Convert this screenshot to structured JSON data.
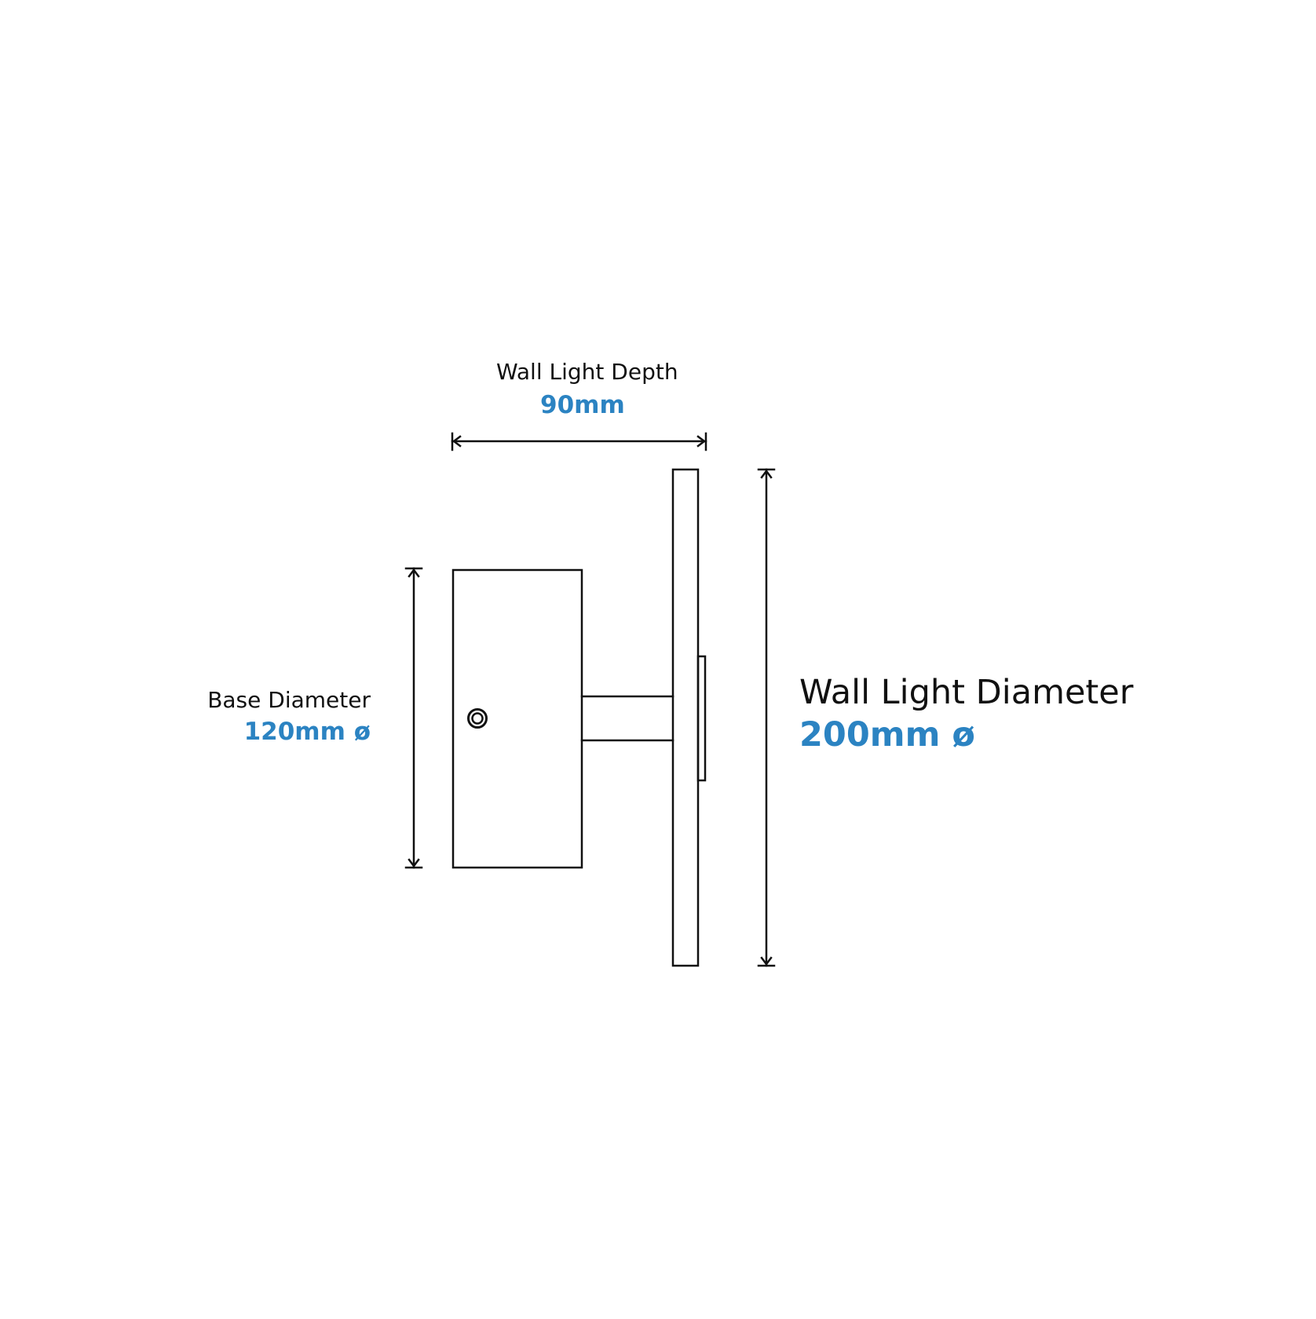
{
  "labels": {
    "wall_light_depth": {
      "name": "Wall Light Depth",
      "value": "90mm"
    },
    "base_diameter": {
      "name": "Base Diameter",
      "value": "120mm ø"
    },
    "wall_light_diameter": {
      "name": "Wall Light Diameter",
      "value": "200mm ø"
    }
  },
  "colors": {
    "line": "#111111",
    "dimension_value": "#2b83c2",
    "background": "#ffffff"
  }
}
